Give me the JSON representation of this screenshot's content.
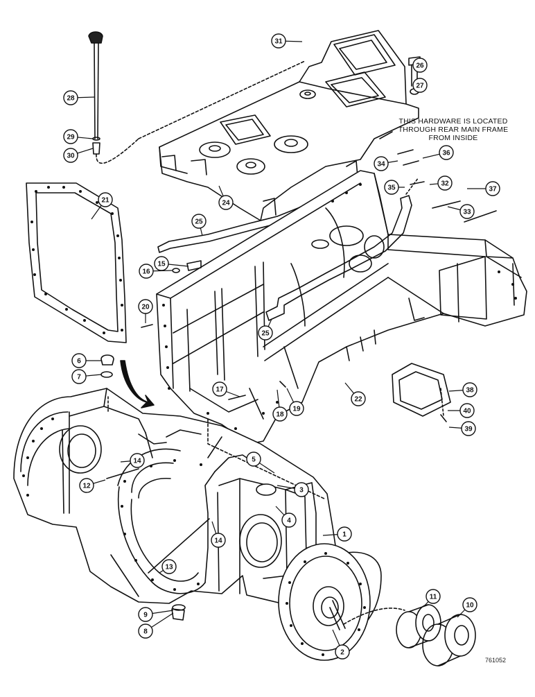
{
  "diagram": {
    "note_lines": [
      "THIS HARDWARE IS LOCATED",
      "THROUGH REAR MAIN FRAME",
      "FROM INSIDE"
    ],
    "figure_code": "761052",
    "callouts": [
      {
        "n": "1"
      },
      {
        "n": "2"
      },
      {
        "n": "3"
      },
      {
        "n": "4"
      },
      {
        "n": "5"
      },
      {
        "n": "6"
      },
      {
        "n": "7"
      },
      {
        "n": "8"
      },
      {
        "n": "9"
      },
      {
        "n": "10"
      },
      {
        "n": "11"
      },
      {
        "n": "12"
      },
      {
        "n": "13"
      },
      {
        "n": "14"
      },
      {
        "n": "14"
      },
      {
        "n": "15"
      },
      {
        "n": "16"
      },
      {
        "n": "17"
      },
      {
        "n": "18"
      },
      {
        "n": "19"
      },
      {
        "n": "20"
      },
      {
        "n": "21"
      },
      {
        "n": "22"
      },
      {
        "n": "24"
      },
      {
        "n": "25"
      },
      {
        "n": "25"
      },
      {
        "n": "26"
      },
      {
        "n": "27"
      },
      {
        "n": "28"
      },
      {
        "n": "29"
      },
      {
        "n": "30"
      },
      {
        "n": "31"
      },
      {
        "n": "32"
      },
      {
        "n": "33"
      },
      {
        "n": "34"
      },
      {
        "n": "35"
      },
      {
        "n": "36"
      },
      {
        "n": "37"
      },
      {
        "n": "38"
      },
      {
        "n": "39"
      },
      {
        "n": "40"
      }
    ]
  }
}
